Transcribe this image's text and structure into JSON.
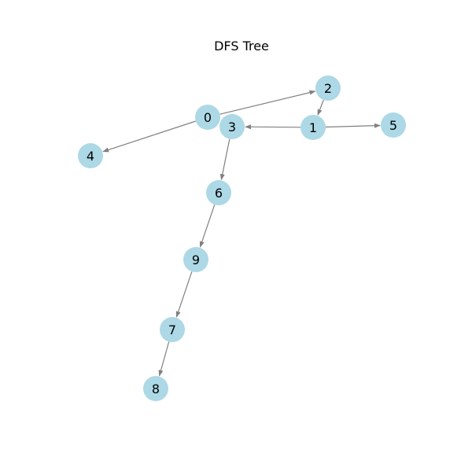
{
  "title": "DFS Tree",
  "style": {
    "node_fill": "#add8e6",
    "edge_color": "#808080",
    "label_color": "#000000",
    "background": "#ffffff"
  },
  "nodes": [
    {
      "id": "0",
      "label": "0"
    },
    {
      "id": "1",
      "label": "1"
    },
    {
      "id": "2",
      "label": "2"
    },
    {
      "id": "3",
      "label": "3"
    },
    {
      "id": "4",
      "label": "4"
    },
    {
      "id": "5",
      "label": "5"
    },
    {
      "id": "6",
      "label": "6"
    },
    {
      "id": "7",
      "label": "7"
    },
    {
      "id": "8",
      "label": "8"
    },
    {
      "id": "9",
      "label": "9"
    }
  ],
  "edges": [
    {
      "from": "0",
      "to": "2"
    },
    {
      "from": "0",
      "to": "4"
    },
    {
      "from": "2",
      "to": "1"
    },
    {
      "from": "1",
      "to": "3"
    },
    {
      "from": "1",
      "to": "5"
    },
    {
      "from": "3",
      "to": "6"
    },
    {
      "from": "6",
      "to": "9"
    },
    {
      "from": "9",
      "to": "7"
    },
    {
      "from": "7",
      "to": "8"
    }
  ]
}
